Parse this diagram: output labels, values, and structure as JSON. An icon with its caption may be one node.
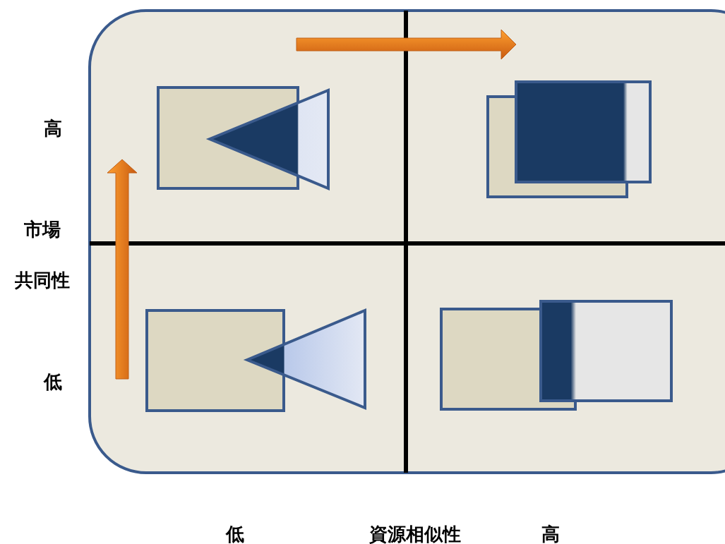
{
  "diagram": {
    "labels": [
      "高",
      "市場",
      "共同性",
      "低",
      "低",
      "資源相似性",
      "高"
    ]
  }
}
